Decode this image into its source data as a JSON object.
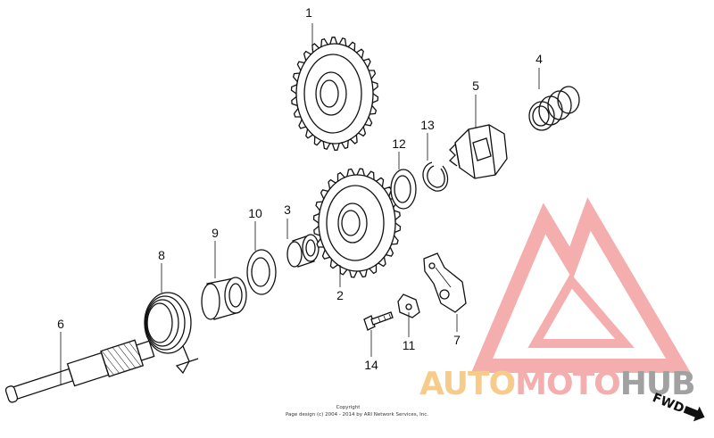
{
  "parts": [
    {
      "num": "1",
      "name": "gear-large"
    },
    {
      "num": "2",
      "name": "gear-small"
    },
    {
      "num": "3",
      "name": "collar"
    },
    {
      "num": "4",
      "name": "spring"
    },
    {
      "num": "5",
      "name": "ratchet"
    },
    {
      "num": "6",
      "name": "shaft"
    },
    {
      "num": "7",
      "name": "plate"
    },
    {
      "num": "8",
      "name": "torsion-spring"
    },
    {
      "num": "9",
      "name": "bushing"
    },
    {
      "num": "10",
      "name": "washer"
    },
    {
      "num": "11",
      "name": "clip"
    },
    {
      "num": "12",
      "name": "washer"
    },
    {
      "num": "13",
      "name": "circlip"
    },
    {
      "num": "14",
      "name": "bolt"
    }
  ],
  "copyright": {
    "line1": "Copyright",
    "line2": "Page design (c) 2004 - 2014 by ARI Network Services, Inc."
  },
  "watermark": {
    "part1": "AUTO",
    "part2": "MOTO",
    "part3": "HUB",
    "color1": "#f5b75a",
    "color2": "#f08c8c",
    "color3": "#7a7a7a"
  },
  "direction": {
    "label": "FWD"
  }
}
